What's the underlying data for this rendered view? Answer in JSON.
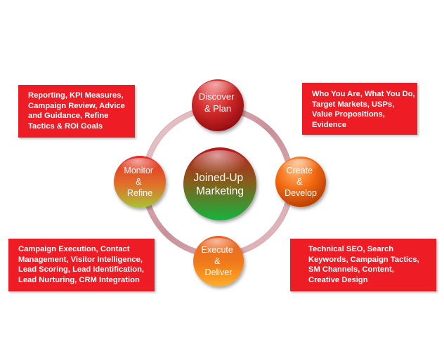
{
  "center": {
    "lines": [
      "Joined-Up",
      "Marketing"
    ]
  },
  "nodes": {
    "discover": {
      "lines": [
        "Discover",
        "& Plan"
      ]
    },
    "create": {
      "lines": [
        "Create",
        "&",
        "Develop"
      ]
    },
    "execute": {
      "lines": [
        "Execute",
        "&",
        "Deliver"
      ]
    },
    "monitor": {
      "lines": [
        "Monitor",
        "&",
        "Refine"
      ]
    }
  },
  "boxes": {
    "monitor_info": {
      "lines": [
        "Reporting, KPI Measures,",
        "Campaign Review, Advice",
        "and Guidance, Refine",
        "Tactics & ROI Goals"
      ]
    },
    "discover_info": {
      "lines": [
        "Who You Are, What You Do,",
        "Target Markets, USPs,",
        "Value Propositions,",
        "Evidence"
      ]
    },
    "execute_info": {
      "lines": [
        "Campaign Execution, Contact",
        "Management, Visitor Intelligence,",
        "Lead Scoring, Lead Identification,",
        "Lead Nurturing, CRM Integration"
      ]
    },
    "create_info": {
      "lines": [
        "Technical SEO, Search",
        "Keywords, Campaign Tactics,",
        "SM Channels, Content,",
        "Creative Design"
      ]
    }
  },
  "colors": {
    "box_red": "#ee1c25",
    "node_red": "#c8141b",
    "node_orange": "#ff6a00",
    "center_green": "#1aa83a",
    "ring_pink": "#d9aeb4"
  }
}
